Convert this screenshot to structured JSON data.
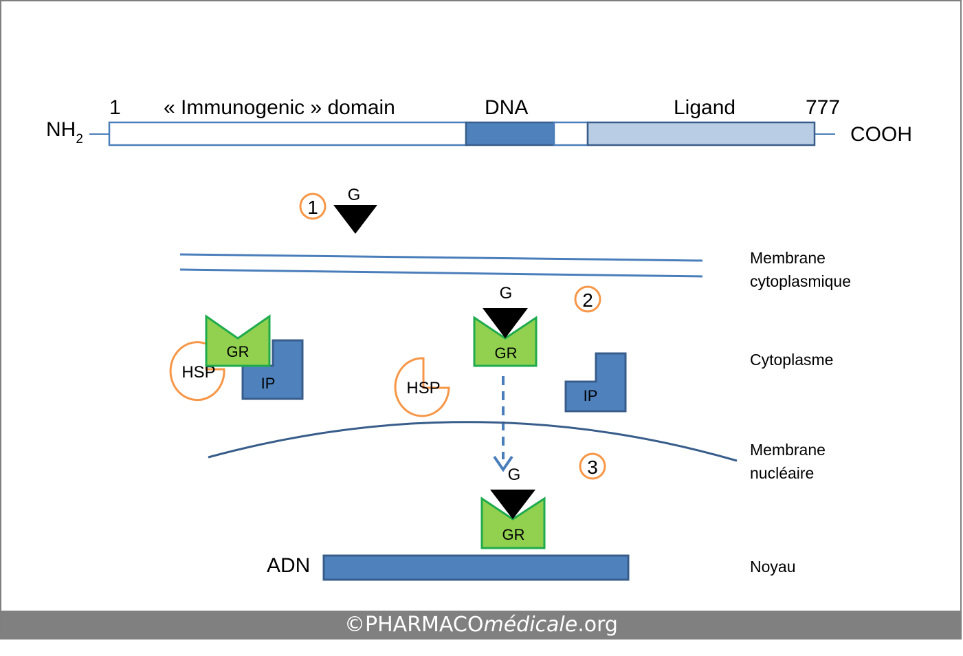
{
  "protein": {
    "start": "1",
    "end": "777",
    "nterm": "NH",
    "nterm_sub": "2",
    "cterm": "COOH",
    "domains": [
      "« Immunogenic » domain",
      "DNA",
      "Ligand"
    ]
  },
  "steps": [
    "1",
    "2",
    "3"
  ],
  "molecules": {
    "ligand": "G",
    "receptor": "GR",
    "hsp": "HSP",
    "ip": "IP",
    "dna": "ADN"
  },
  "compartments": {
    "membrane_cyto": [
      "Membrane",
      "cytoplasmique"
    ],
    "cytoplasm": "Cytoplasme",
    "membrane_nuc": [
      "Membrane",
      "nucléaire"
    ],
    "nucleus": "Noyau"
  },
  "footer": {
    "prefix": "©PHARMACO",
    "italic": "médicale",
    "suffix": ".org"
  },
  "colors": {
    "dark_blue": "#4a7ebb",
    "light_blue": "#b9cde5",
    "green_fill": "#92d050",
    "green_stroke": "#1fab4d",
    "orange": "#f79646",
    "membrane": "#4a7ebb",
    "nuclear_membrane": "#385d8a"
  }
}
